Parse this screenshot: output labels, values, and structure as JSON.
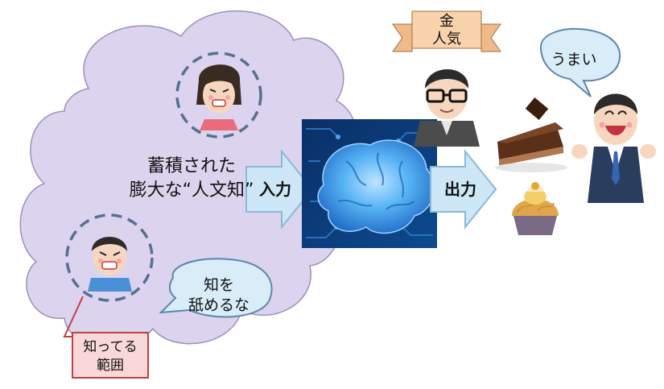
{
  "cloud": {
    "line1": "蓄積された",
    "line2": "膨大な“人文知”"
  },
  "input_arrow": {
    "label": "入力"
  },
  "output_arrow": {
    "label": "出力"
  },
  "critic_bubble": {
    "line1": "知を",
    "line2": "舐めるな"
  },
  "range_box": {
    "line1": "知ってる",
    "line2": "範囲"
  },
  "ribbon": {
    "line1": "金",
    "line2": "人気"
  },
  "consumer_bubble": {
    "text": "うまい"
  },
  "colors": {
    "cloud_fill": "#dcd3ee",
    "cloud_stroke": "#9a91bb",
    "dash_ring": "#56708f",
    "arrow_fill": "#cde7f7",
    "arrow_stroke": "#8ab8d8",
    "bubble_fill": "#d9edf8",
    "bubble_stroke": "#5c86ad",
    "range_fill": "#f8d8d8",
    "range_stroke": "#c14040",
    "ribbon_fill": "#f9d3ab",
    "brain_bg": "#0d3c78",
    "brain_glow": "#3ba3ef"
  },
  "icons": [
    "angry-woman-icon",
    "angry-man-icon",
    "brain-icon",
    "creator-man-icon",
    "chocolate-cake-icon",
    "mont-blanc-icon",
    "happy-businessman-icon"
  ]
}
